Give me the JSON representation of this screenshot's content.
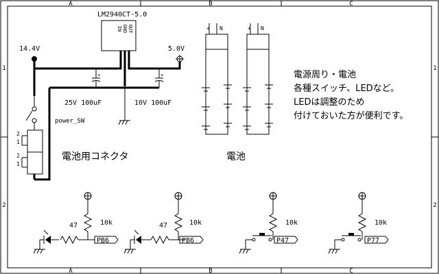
{
  "frame": {
    "col_labels": [
      "A",
      "B",
      "C"
    ],
    "row_labels": [
      "1",
      "2"
    ]
  },
  "power": {
    "regulator": "LM2940CT-5.0",
    "pin_labels": [
      "OUT",
      "GND",
      "IN"
    ],
    "vin": "14.4V",
    "vout": "5.0V",
    "cap_in": "25V 100uF",
    "cap_out": "10V 100uF",
    "switch": "power_SW",
    "connector_pins": [
      "2",
      "1",
      "2",
      "1"
    ],
    "connector_label": "電池用コネクタ",
    "cap_polarity": "+"
  },
  "battery": {
    "label": "電池",
    "terminal_marks": [
      "+",
      "N"
    ]
  },
  "note": {
    "lines": [
      "電源周り・電池",
      "各種スイッチ、LEDなど。",
      "LEDは調整のため",
      "付けておいた方が便利です。"
    ]
  },
  "led_circuits": [
    {
      "r_series": "47",
      "r_pullup": "10k",
      "port": "PB6"
    },
    {
      "r_series": "47",
      "r_pullup": "10k",
      "port": "PB6"
    }
  ],
  "switch_circuits": [
    {
      "r_pullup": "10k",
      "port": "P47"
    },
    {
      "r_pullup": "10k",
      "port": "P77"
    }
  ]
}
